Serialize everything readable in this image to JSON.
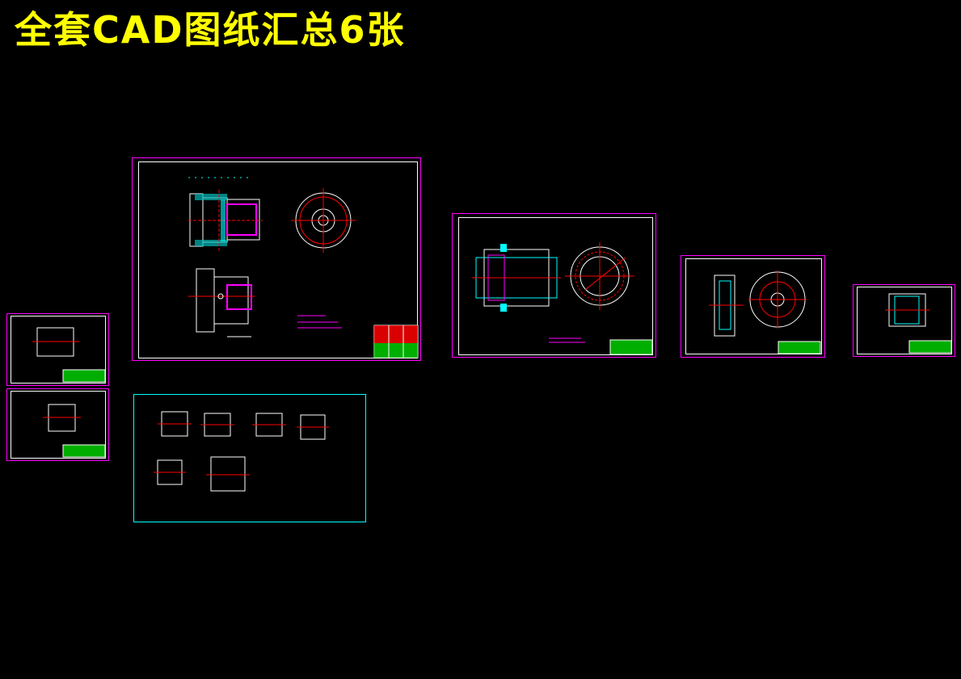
{
  "canvas": {
    "background": "#000000",
    "title": "全套CAD图纸汇总6张"
  },
  "colors": {
    "title": "#ffff00",
    "sheet_border": "#ff00ff",
    "cyan_sheet_border": "#00ffff",
    "line_white": "#ffffff",
    "line_magenta": "#ff00ff",
    "center_red": "#ff0000",
    "title_block_green": "#00ff00",
    "dimension_cyan": "#00ffff"
  },
  "sheets": [
    {
      "id": "assembly-main",
      "kind": "assembly drawing with section and end view"
    },
    {
      "id": "part-flange",
      "kind": "part drawing with flange end view"
    },
    {
      "id": "part-hub",
      "kind": "part drawing with hub end view"
    },
    {
      "id": "part-small-right",
      "kind": "part drawing"
    },
    {
      "id": "small-sheet-top",
      "kind": "part drawing"
    },
    {
      "id": "small-sheet-bottom",
      "kind": "part drawing"
    },
    {
      "id": "process-sheet",
      "kind": "process sheet with six operation sketches"
    }
  ]
}
